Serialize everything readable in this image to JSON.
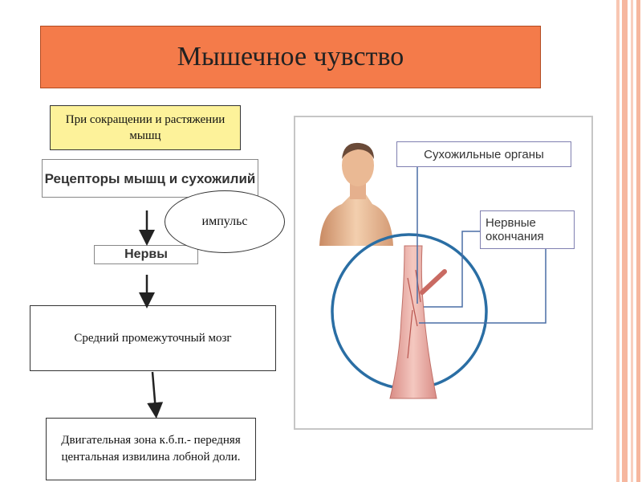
{
  "title": "Мышечное чувство",
  "flow": {
    "condition": "При сокращении и растяжении мышц",
    "receptors": "Рецепторы мышц и сухожилий",
    "impulse": "импульс",
    "nerves": "Нервы",
    "brain": "Средний промежуточный мозг",
    "motor_zone": "Двигательная зона к.б.п.- передняя центальная извилина лобной доли."
  },
  "illustration": {
    "tendon_organs": "Сухожильные органы",
    "nerve_endings": "Нервные окончания"
  },
  "colors": {
    "title_bg": "#f47b4a",
    "condition_bg": "#fdf29a",
    "circle_stroke": "#2a6ea4",
    "stripe": "#f6b79f"
  }
}
